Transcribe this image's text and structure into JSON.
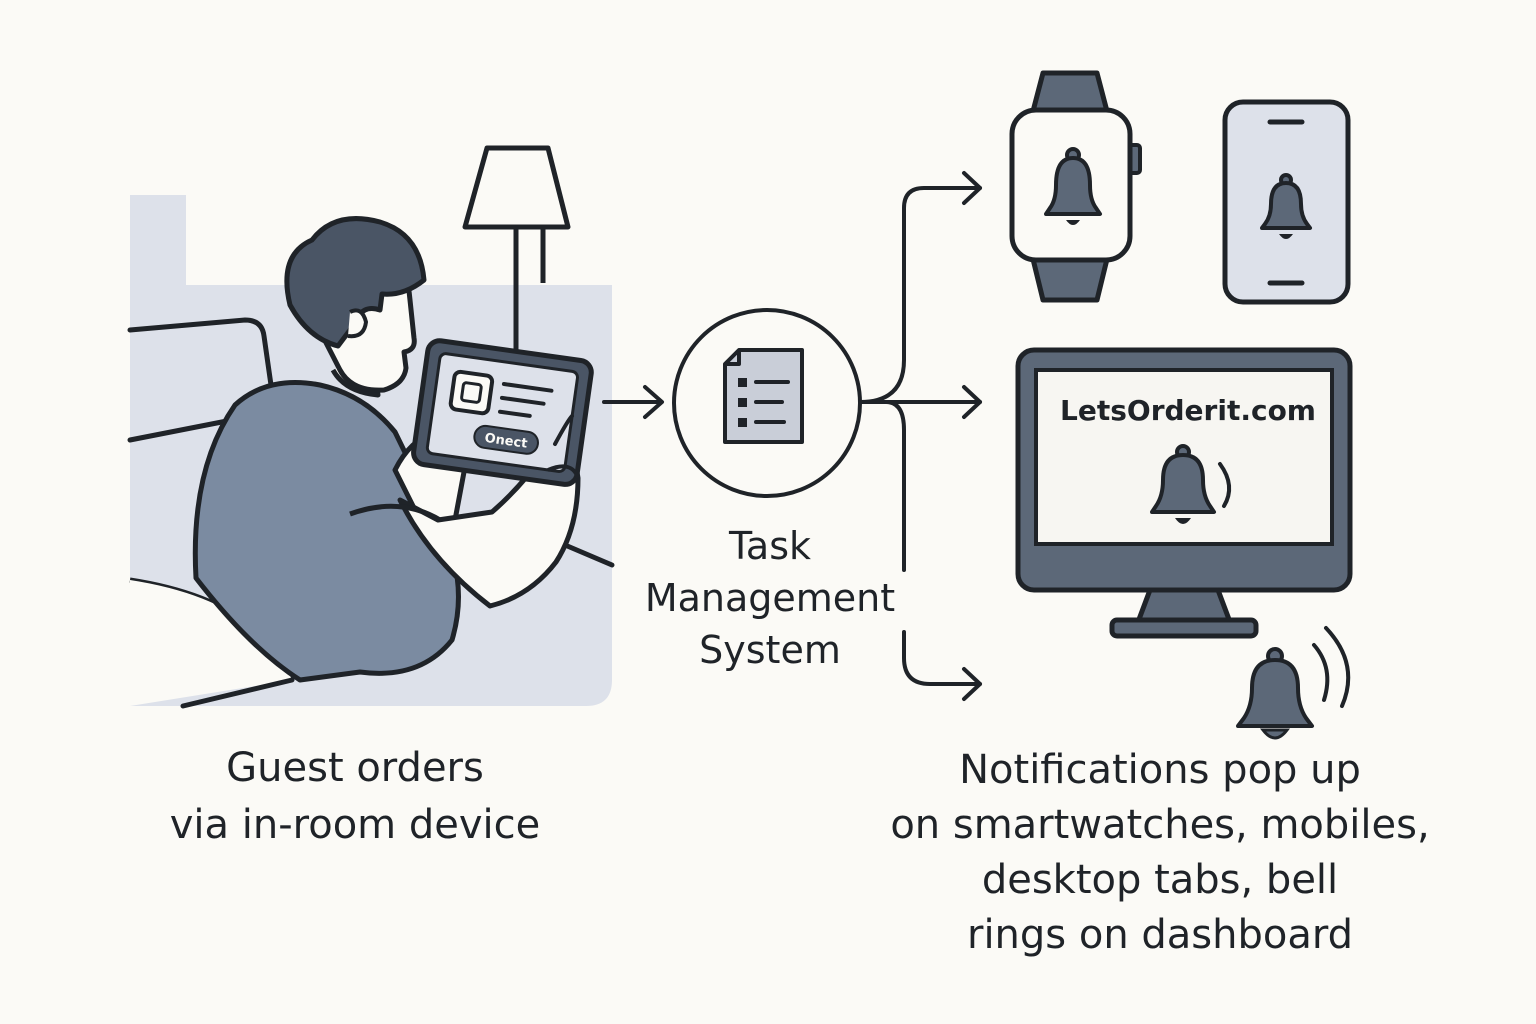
{
  "steps": {
    "guest": {
      "caption": "Guest orders\nvia in-room device",
      "tablet_button_label": "Onect"
    },
    "system": {
      "label": "Task\nManagement\nSystem"
    },
    "notifications": {
      "monitor_site": "LetsOrderit.com",
      "caption": "Notifications pop up\non smartwatches, mobiles,\ndesktop tabs, bell\nrings on dashboard"
    }
  },
  "icons": [
    "floor-lamp-icon",
    "tablet-icon",
    "task-list-icon",
    "smartwatch-icon",
    "smartphone-icon",
    "desktop-monitor-icon",
    "bell-icon",
    "sound-waves-icon",
    "arrow-icon"
  ],
  "colors": {
    "background": "#fbfaf6",
    "ink": "#1f2328",
    "slate": "#5c6878",
    "slate_dark": "#4a5565",
    "panel": "#dde1ea",
    "device_screen": "#f7f6f2"
  }
}
